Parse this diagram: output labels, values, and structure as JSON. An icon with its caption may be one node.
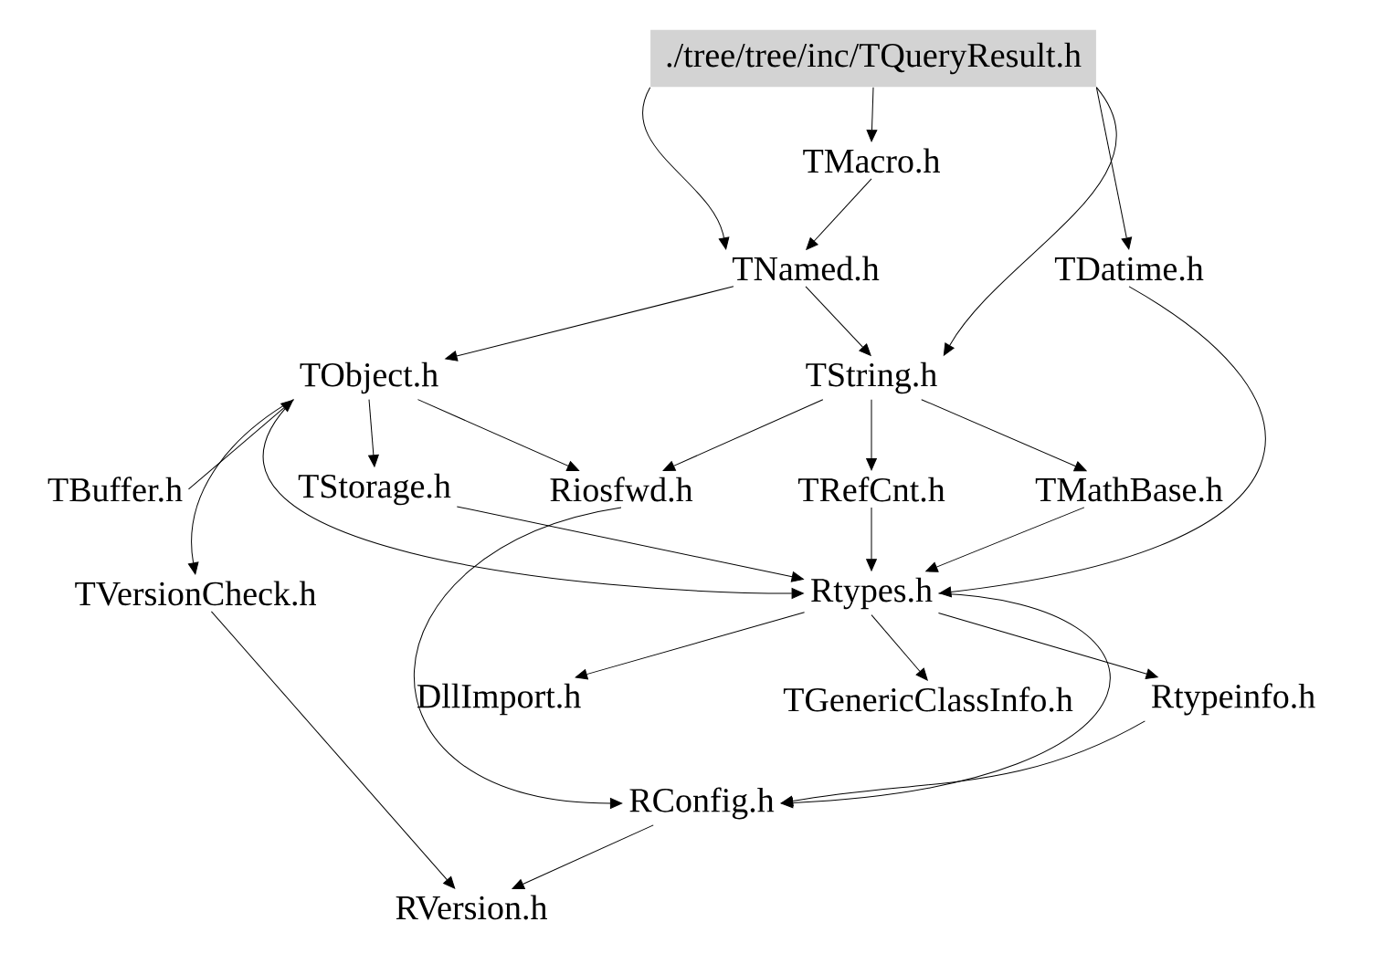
{
  "diagram": {
    "nodes": [
      {
        "text": [
          "./tree/tree/inc/TQueryResult.h"
        ]
      },
      {
        "text": [
          "TMacro.h"
        ]
      },
      {
        "text": [
          "TNamed.h"
        ]
      },
      {
        "text": [
          "TDatime.h"
        ]
      },
      {
        "text": [
          "TObject.h"
        ]
      },
      {
        "text": [
          "TString.h"
        ]
      },
      {
        "text": [
          "TBuffer.h"
        ]
      },
      {
        "text": [
          "TStorage.h"
        ]
      },
      {
        "text": [
          "Riosfwd.h"
        ]
      },
      {
        "text": [
          "TRefCnt.h"
        ]
      },
      {
        "text": [
          "TMathBase.h"
        ]
      },
      {
        "text": [
          "TVersionCheck.h"
        ]
      },
      {
        "text": [
          "Rtypes.h"
        ]
      },
      {
        "text": [
          "DllImport.h"
        ]
      },
      {
        "text": [
          "TGenericClassInfo.h"
        ]
      },
      {
        "text": [
          "Rtypeinfo.h"
        ]
      },
      {
        "text": [
          "RConfig.h"
        ]
      },
      {
        "text": [
          "RVersion.h"
        ]
      }
    ],
    "edges": [
      {
        "from": 0,
        "to": 1,
        "arrow": "to"
      },
      {
        "from": 0,
        "to": 2,
        "arrow": "to"
      },
      {
        "from": 0,
        "to": 5,
        "arrow": "to"
      },
      {
        "from": 0,
        "to": 3,
        "arrow": "to"
      },
      {
        "from": 1,
        "to": 2,
        "arrow": "to"
      },
      {
        "from": 2,
        "to": 4,
        "arrow": "to"
      },
      {
        "from": 2,
        "to": 5,
        "arrow": "to"
      },
      {
        "from": 3,
        "to": 12,
        "arrow": "to"
      },
      {
        "from": 4,
        "to": 7,
        "arrow": "to"
      },
      {
        "from": 4,
        "to": 8,
        "arrow": "to"
      },
      {
        "from": 4,
        "to": 11,
        "arrow": "to"
      },
      {
        "from": 4,
        "to": 12,
        "arrow": "to"
      },
      {
        "from": 6,
        "to": 4,
        "arrow": "to"
      },
      {
        "from": 5,
        "to": 8,
        "arrow": "to"
      },
      {
        "from": 5,
        "to": 9,
        "arrow": "to"
      },
      {
        "from": 5,
        "to": 10,
        "arrow": "to"
      },
      {
        "from": 7,
        "to": 12,
        "arrow": "to"
      },
      {
        "from": 8,
        "to": 16,
        "arrow": "to"
      },
      {
        "from": 9,
        "to": 12,
        "arrow": "to"
      },
      {
        "from": 10,
        "to": 12,
        "arrow": "to"
      },
      {
        "from": 12,
        "to": 13,
        "arrow": "to"
      },
      {
        "from": 12,
        "to": 14,
        "arrow": "to"
      },
      {
        "from": 12,
        "to": 15,
        "arrow": "to"
      },
      {
        "from": 12,
        "to": 16,
        "arrow": "to"
      },
      {
        "from": 15,
        "to": 16,
        "arrow": "to"
      },
      {
        "from": 11,
        "to": 17,
        "arrow": "to"
      },
      {
        "from": 16,
        "to": 17,
        "arrow": "to"
      }
    ]
  }
}
